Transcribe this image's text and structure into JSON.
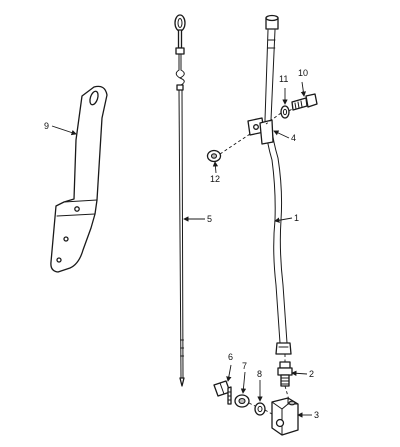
{
  "callouts": {
    "c1": "1",
    "c2": "2",
    "c3": "3",
    "c4": "4",
    "c5": "5",
    "c6": "6",
    "c7": "7",
    "c8": "8",
    "c9": "9",
    "c10": "10",
    "c11": "11",
    "c12": "12"
  },
  "colors": {
    "line": "#1a1a1a",
    "background": "#ffffff",
    "shading": "#bdbdbd"
  }
}
